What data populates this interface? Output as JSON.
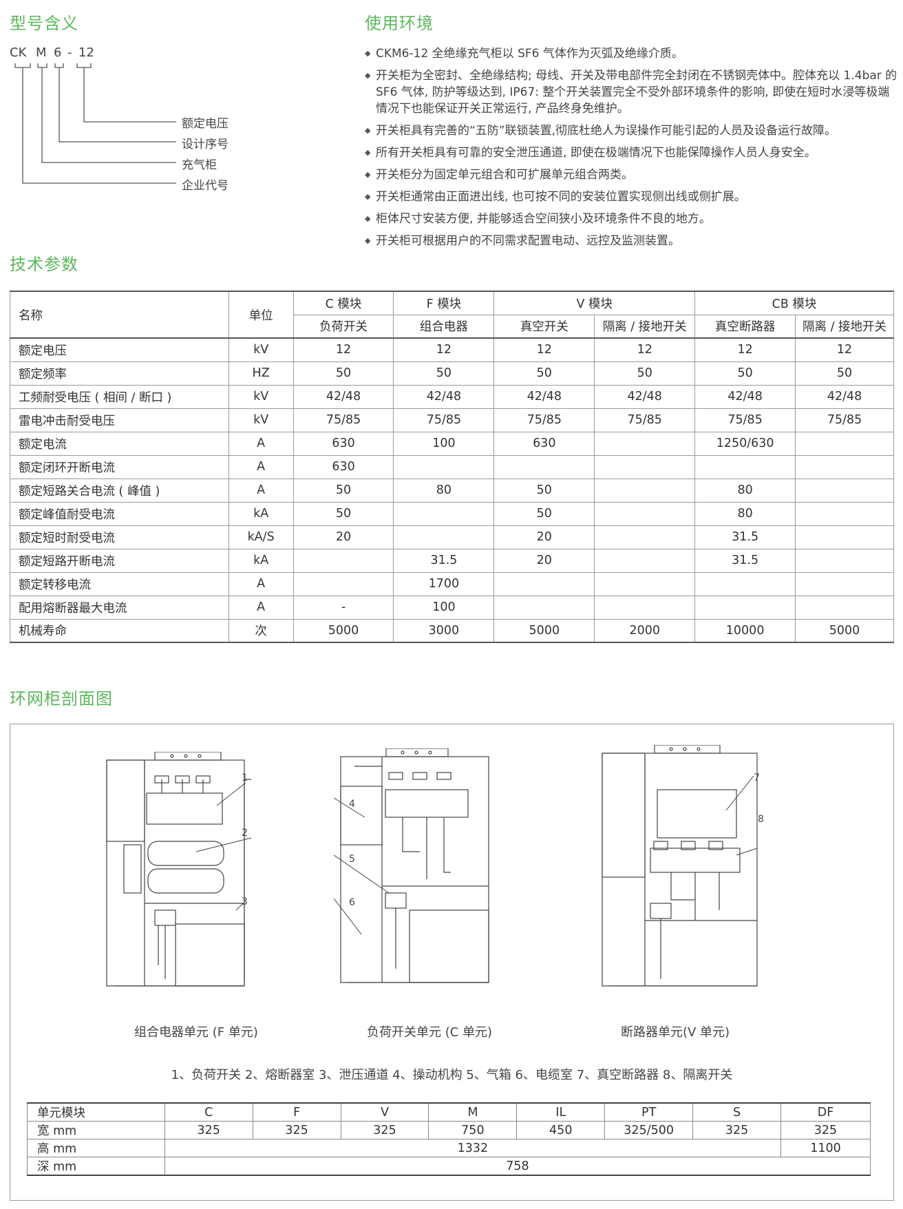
{
  "sections": {
    "model_meaning": "型号含义",
    "environment": "使用环境",
    "tech_params": "技术参数",
    "cross_section": "环网柜剖面图"
  },
  "model_code": {
    "parts": [
      "CK",
      "M",
      "6",
      "-",
      "12"
    ],
    "labels": [
      "额定电压",
      "设计序号",
      "充气柜",
      "企业代号"
    ]
  },
  "environment_items": [
    "CKM6-12 全绝缘充气柜以 SF6 气体作为灭弧及绝缘介质。",
    "开关柜为全密封、全绝缘结构; 母线、开关及带电部件完全封闭在不锈钢壳体中。腔体充以 1.4bar 的 SF6 气体, 防护等级达到, IP67: 整个开关装置完全不受外部环境条件的影响, 即使在短时水浸等极端情况下也能保证开关正常运行, 产品终身免维护。",
    "开关柜具有完善的“五防”联锁装置,彻底杜绝人为误操作可能引起的人员及设备运行故障。",
    "所有开关柜具有可靠的安全泄压通道, 即使在极端情况下也能保障操作人员人身安全。",
    "开关柜分为固定单元组合和可扩展单元组合两类。",
    "开关柜通常由正面进出线, 也可按不同的安装位置实现侧出线或侧扩展。",
    "柜体尺寸安装方便, 并能够适合空间狭小及环境条件不良的地方。",
    "开关柜可根据用户的不同需求配置电动、远控及监测装置。"
  ],
  "params_table": {
    "name_header": "名称",
    "unit_header": "单位",
    "modules": [
      "C 模块",
      "F 模块",
      "V 模块",
      "CB 模块"
    ],
    "sub_headers": [
      "负荷开关",
      "组合电器",
      "真空开关",
      "隔离 / 接地开关",
      "真空断路器",
      "隔离 / 接地开关"
    ],
    "rows": [
      {
        "name": "额定电压",
        "unit": "kV",
        "values": [
          "12",
          "12",
          "12",
          "12",
          "12",
          "12"
        ]
      },
      {
        "name": "额定频率",
        "unit": "HZ",
        "values": [
          "50",
          "50",
          "50",
          "50",
          "50",
          "50"
        ]
      },
      {
        "name": "工频耐受电压 ( 相间 / 断口 )",
        "unit": "kV",
        "values": [
          "42/48",
          "42/48",
          "42/48",
          "42/48",
          "42/48",
          "42/48"
        ]
      },
      {
        "name": "雷电冲击耐受电压",
        "unit": "kV",
        "values": [
          "75/85",
          "75/85",
          "75/85",
          "75/85",
          "75/85",
          "75/85"
        ]
      },
      {
        "name": "额定电流",
        "unit": "A",
        "values": [
          "630",
          "100",
          "630",
          "",
          "1250/630",
          ""
        ]
      },
      {
        "name": "额定闭环开断电流",
        "unit": "A",
        "values": [
          "630",
          "",
          "",
          "",
          "",
          ""
        ]
      },
      {
        "name": "额定短路关合电流 ( 峰值 )",
        "unit": "A",
        "values": [
          "50",
          "80",
          "50",
          "",
          "80",
          ""
        ]
      },
      {
        "name": "额定峰值耐受电流",
        "unit": "kA",
        "values": [
          "50",
          "",
          "50",
          "",
          "80",
          ""
        ]
      },
      {
        "name": "额定短时耐受电流",
        "unit": "kA/S",
        "values": [
          "20",
          "",
          "20",
          "",
          "31.5",
          ""
        ]
      },
      {
        "name": "额定短路开断电流",
        "unit": "kA",
        "values": [
          "",
          "31.5",
          "20",
          "",
          "31.5",
          ""
        ]
      },
      {
        "name": "额定转移电流",
        "unit": "A",
        "values": [
          "",
          "1700",
          "",
          "",
          "",
          ""
        ]
      },
      {
        "name": "配用熔断器最大电流",
        "unit": "A",
        "values": [
          "-",
          "100",
          "",
          "",
          "",
          ""
        ]
      },
      {
        "name": "机械寿命",
        "unit": "次",
        "values": [
          "5000",
          "3000",
          "5000",
          "2000",
          "10000",
          "5000"
        ]
      }
    ]
  },
  "diagrams": {
    "units": [
      "组合电器单元 (F 单元)",
      "负荷开关单元 (C 单元)",
      "断路器单元(V 单元)"
    ],
    "callouts": [
      "1",
      "2",
      "3",
      "4",
      "5",
      "6",
      "7",
      "8"
    ],
    "legend": "1、负荷开关  2、熔断器室  3、泄压通道  4、操动机构  5、气箱  6、电缆室  7、真空断路器  8、隔离开关"
  },
  "dims_table": {
    "header": [
      "单元模块",
      "C",
      "F",
      "V",
      "M",
      "IL",
      "PT",
      "S",
      "DF"
    ],
    "width_row": [
      "宽 mm",
      "325",
      "325",
      "325",
      "750",
      "450",
      "325/500",
      "325",
      "325"
    ],
    "height_row": [
      "高 mm",
      "1332",
      "1100"
    ],
    "depth_row": [
      "深 mm",
      "758"
    ]
  },
  "colors": {
    "accent": "#5cb85c",
    "text": "#333333",
    "border": "#999999"
  }
}
